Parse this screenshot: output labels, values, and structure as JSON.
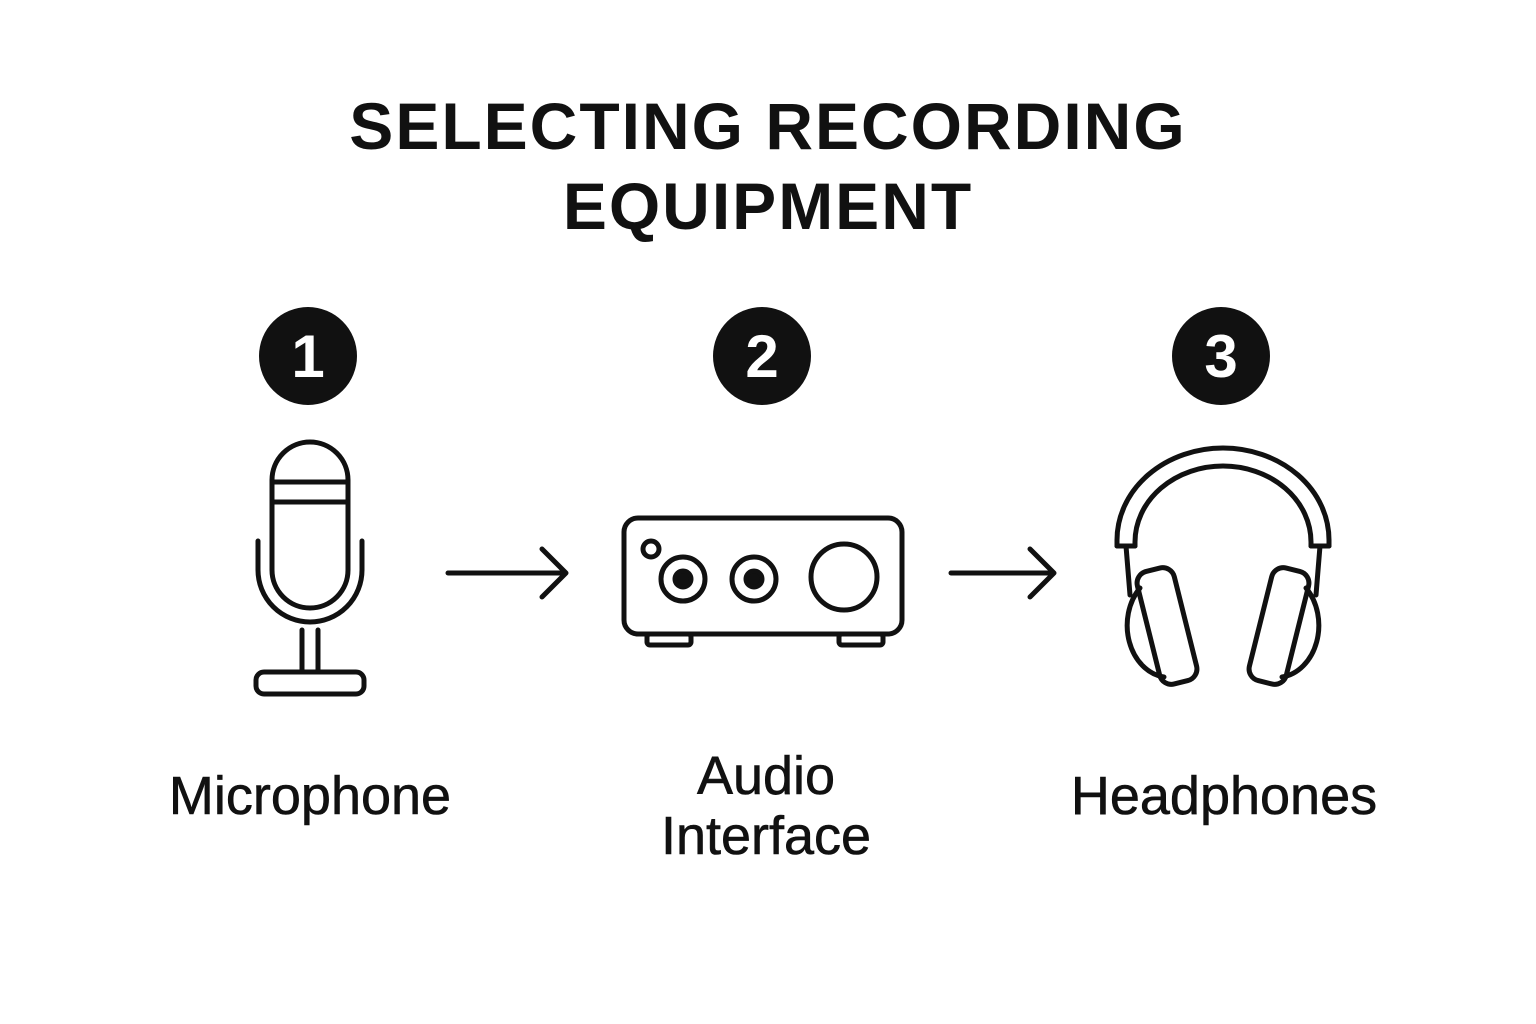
{
  "title": {
    "line1": "SELECTING RECORDING",
    "line2": "EQUIPMENT"
  },
  "steps": [
    {
      "number": "1",
      "label_lines": [
        "Microphone"
      ],
      "icon": "microphone-icon"
    },
    {
      "number": "2",
      "label_lines": [
        "Audio",
        "Interface"
      ],
      "icon": "audio-interface-icon"
    },
    {
      "number": "3",
      "label_lines": [
        "Headphones"
      ],
      "icon": "headphones-icon"
    }
  ],
  "connectors": [
    "arrow-right-icon",
    "arrow-right-icon"
  ],
  "colors": {
    "foreground": "#111111",
    "background": "#ffffff"
  }
}
